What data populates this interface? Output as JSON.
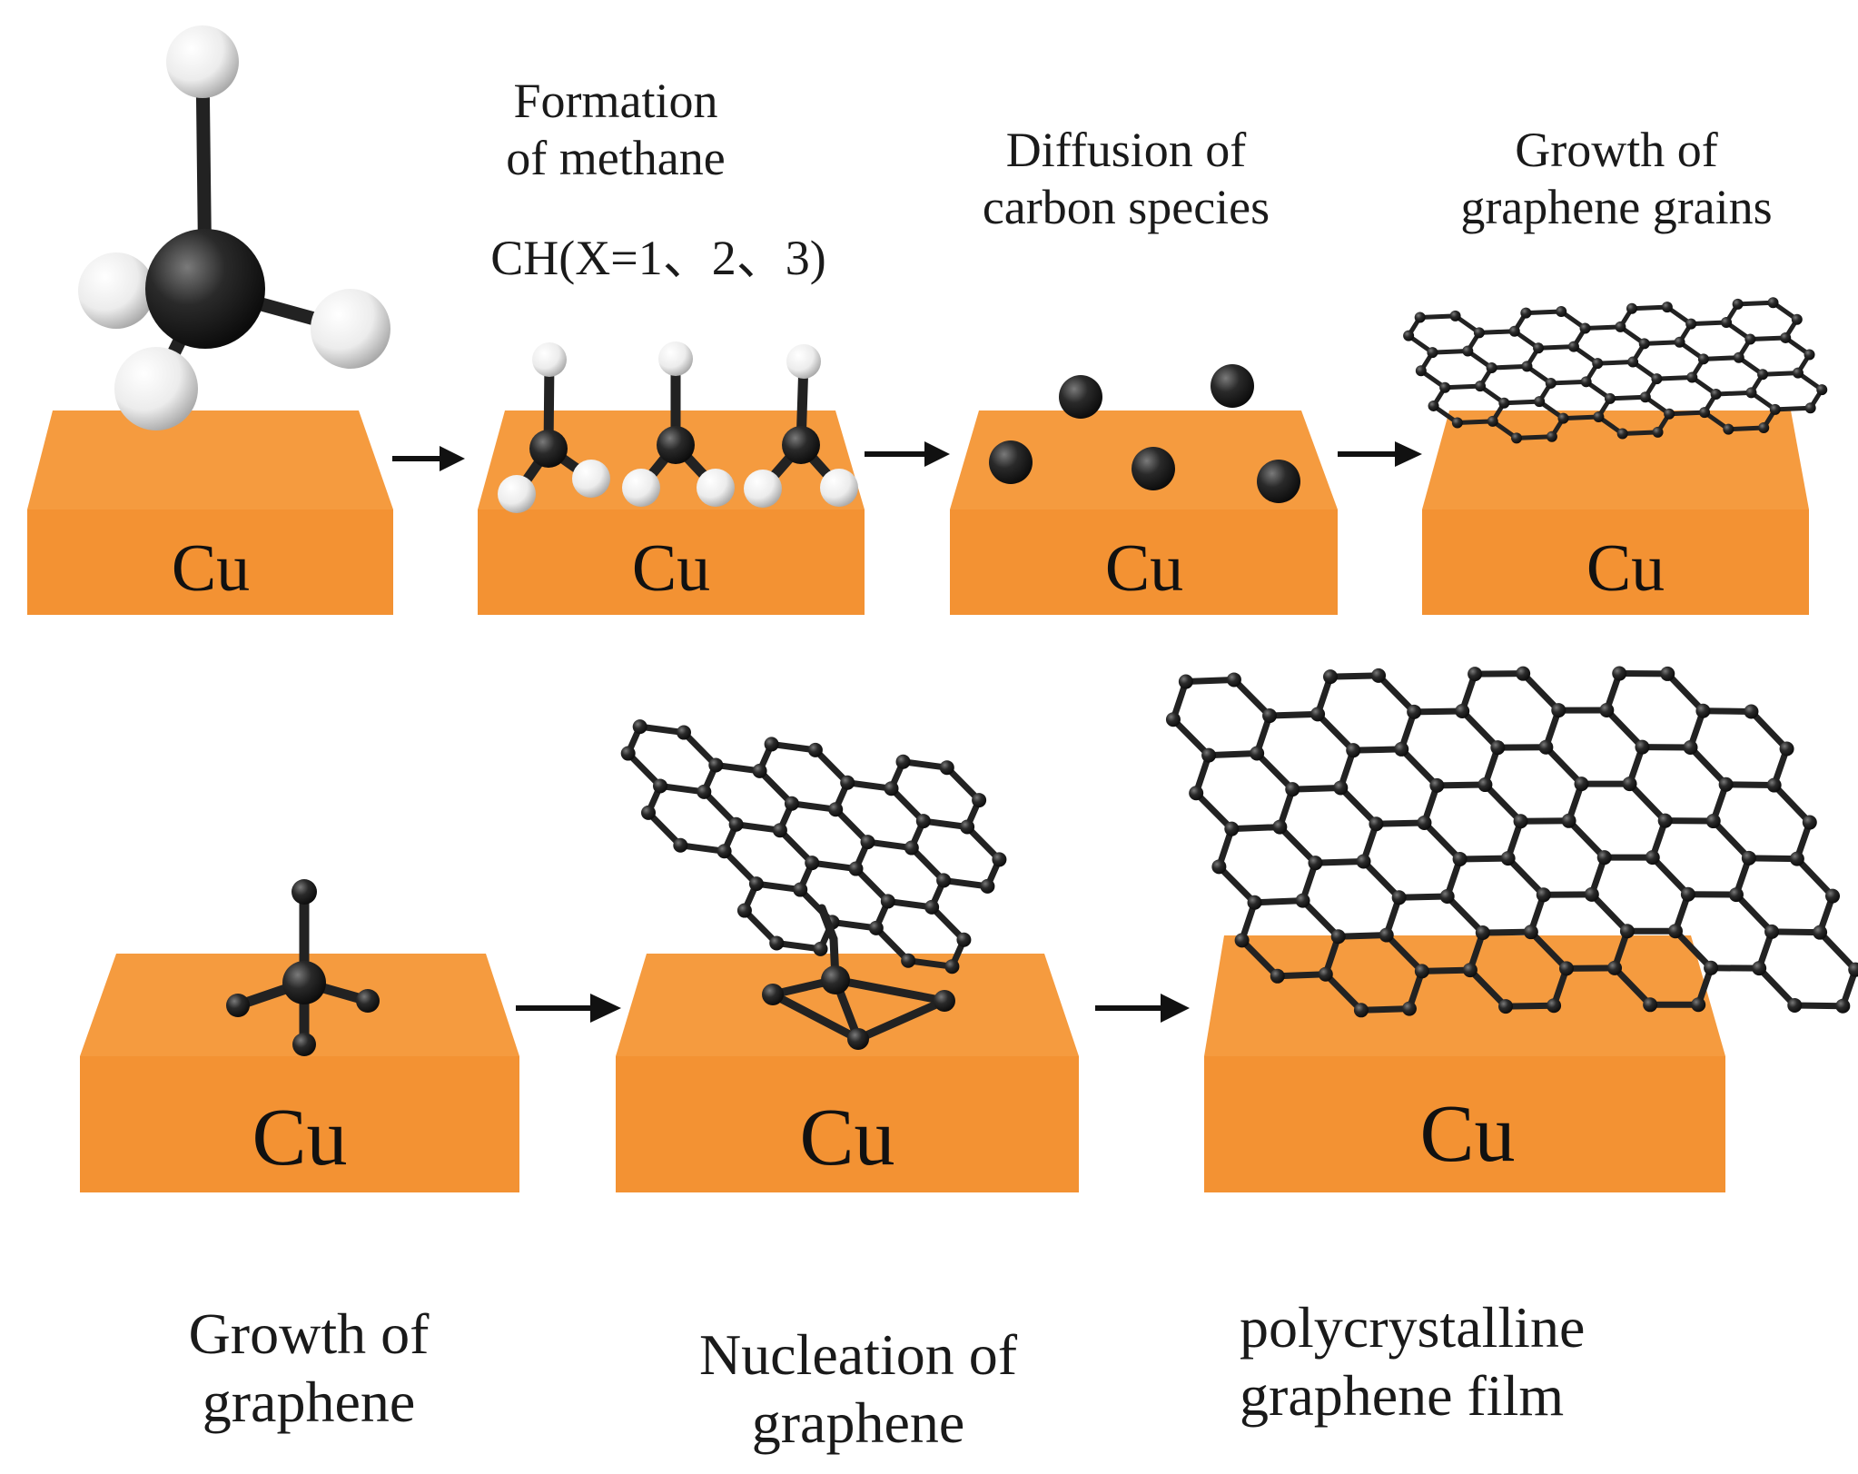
{
  "substrate_label": "Cu",
  "colors": {
    "copper_top": "#F59B3F",
    "copper_front": "#F39233",
    "copper_side": "#E27F22",
    "carbon_atom": "#1E1E1E",
    "hydrogen_atom": "#F2F2F2",
    "bond": "#222222",
    "arrow": "#111111"
  },
  "stages_top": [
    {
      "id": "methane",
      "molecule": "CH4 ball-and-stick"
    },
    {
      "id": "ch-formation",
      "label_lines": [
        "Formation",
        "of methane"
      ],
      "formula": "CH(X=1、2、3)",
      "molecule": "CHx fragments"
    },
    {
      "id": "diffusion",
      "label_lines": [
        "Diffusion of",
        "carbon species"
      ],
      "molecule": "carbon atoms"
    },
    {
      "id": "grain-growth",
      "label_lines": [
        "Growth of",
        "graphene grains"
      ],
      "molecule": "graphene sheet"
    }
  ],
  "stages_bottom": [
    {
      "id": "growth",
      "label_lines": [
        "Growth of",
        "graphene"
      ],
      "molecule": "carbon tetrahedron"
    },
    {
      "id": "nucleation",
      "label_lines": [
        "Nucleation of",
        "graphene"
      ],
      "molecule": "graphene nucleus"
    },
    {
      "id": "film",
      "label_lines": [
        "polycrystalline",
        "graphene film"
      ],
      "molecule": "graphene film"
    }
  ]
}
